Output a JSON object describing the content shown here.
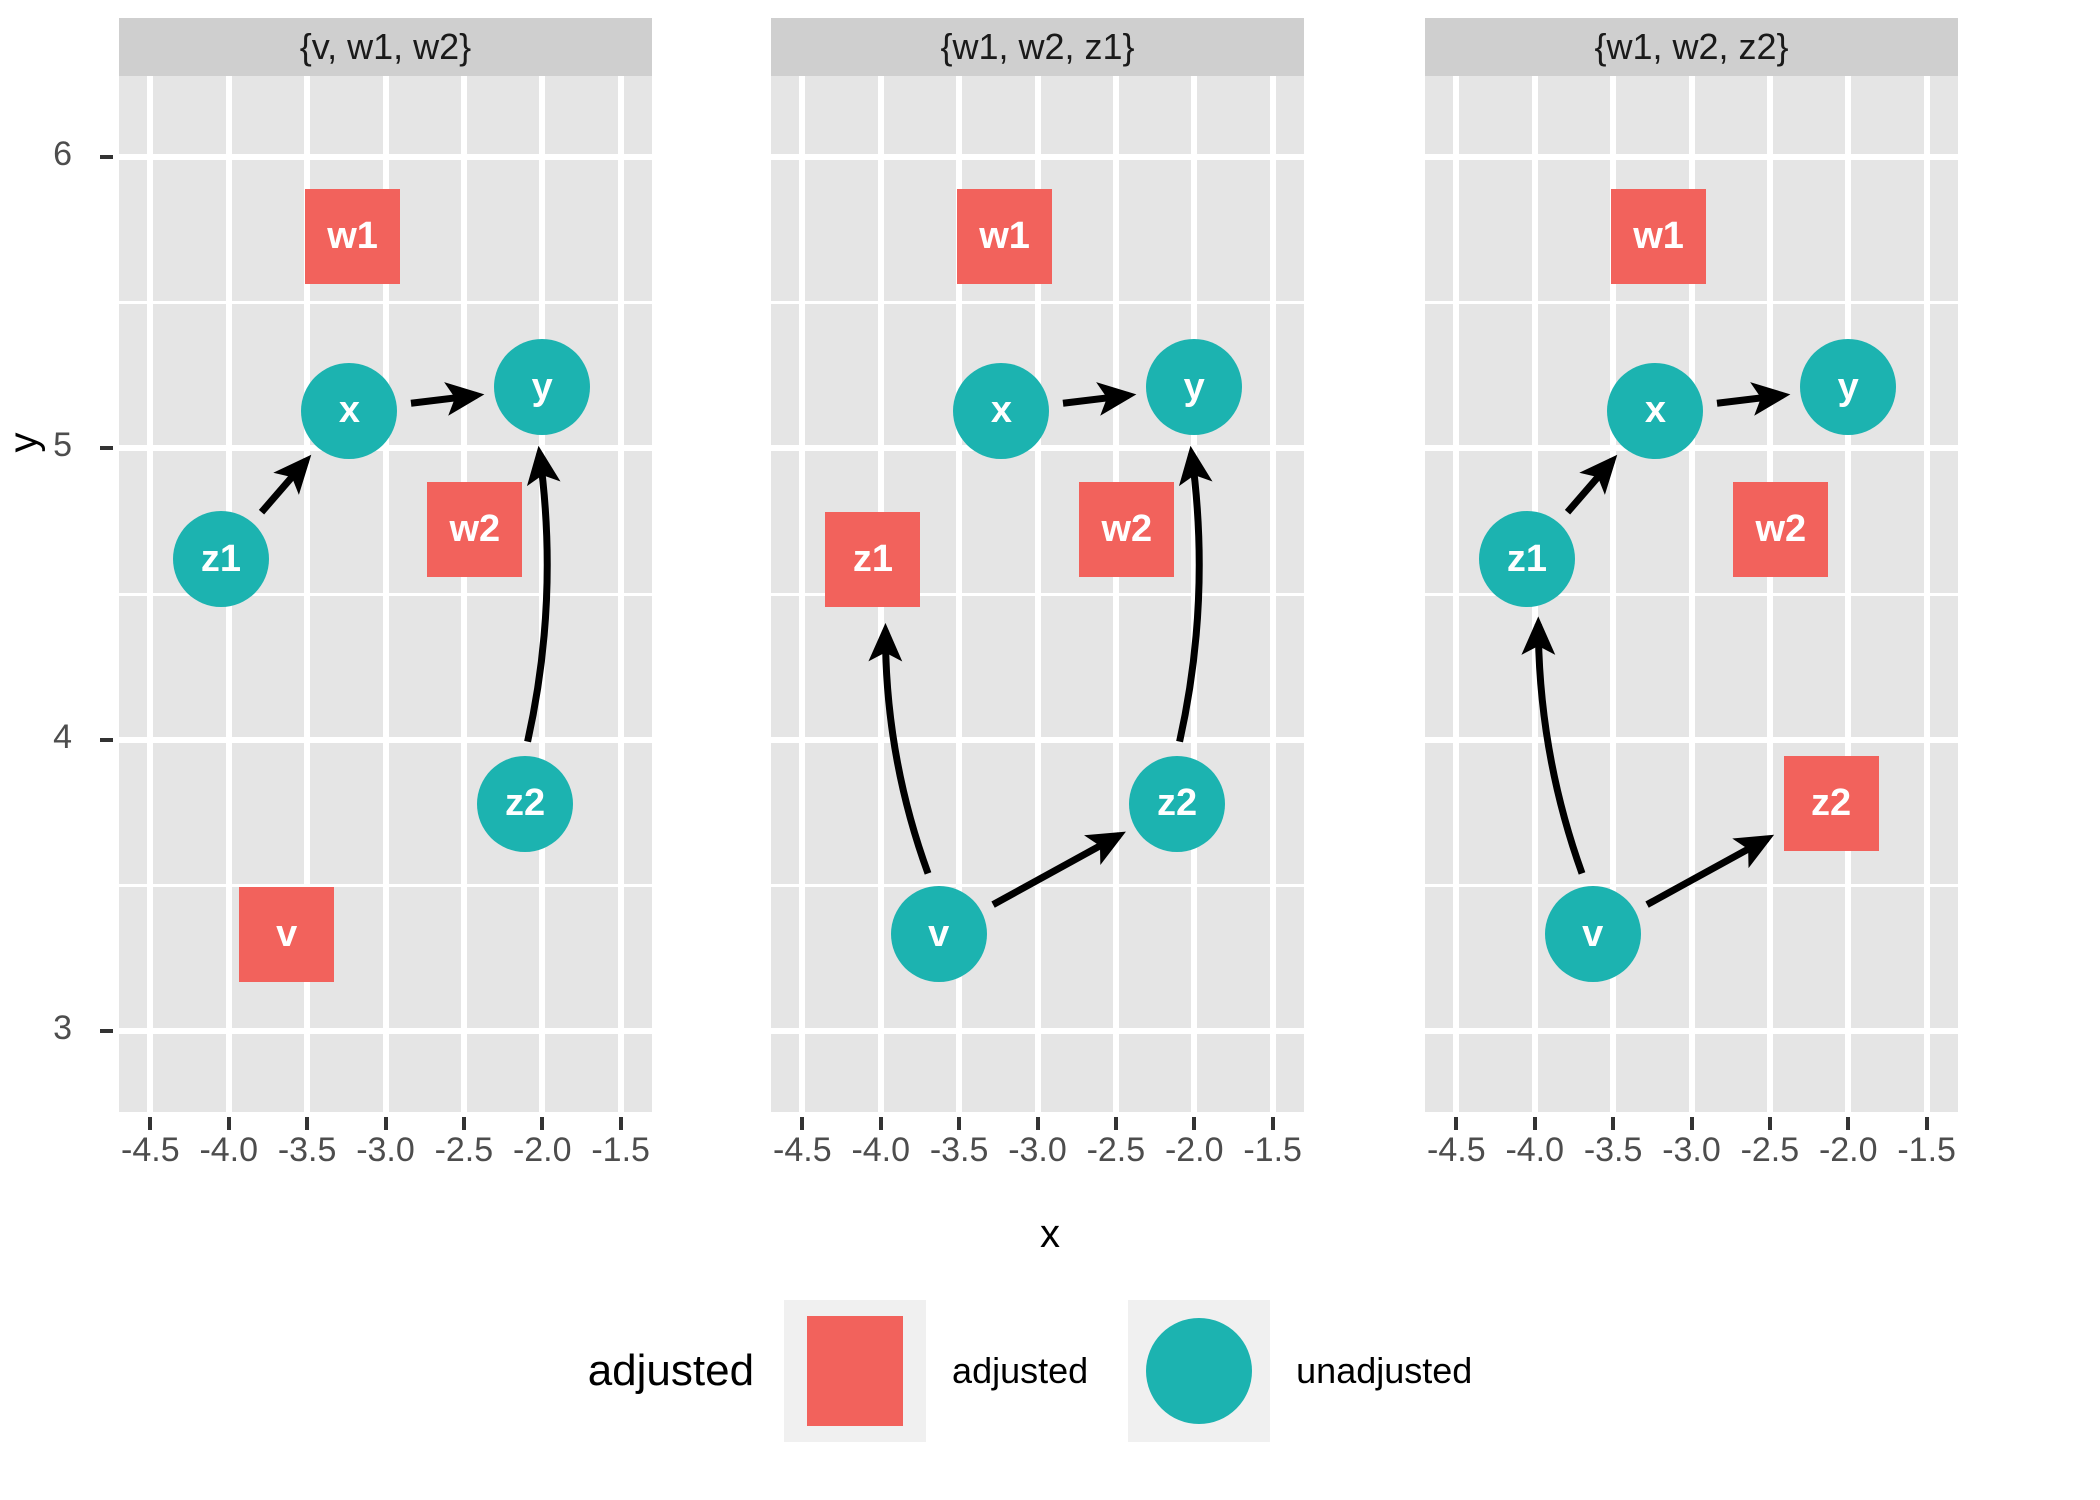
{
  "chart_data": {
    "type": "scatter",
    "title": "",
    "xlabel": "x",
    "ylabel": "y",
    "xlim": [
      -4.7,
      -1.3
    ],
    "ylim": [
      2.72,
      6.28
    ],
    "x_ticks": [
      "-4.5",
      "-4.0",
      "-3.5",
      "-3.0",
      "-2.5",
      "-2.0",
      "-1.5"
    ],
    "x_tick_values": [
      -4.5,
      -4.0,
      -3.5,
      -3.0,
      -2.5,
      -2.0,
      -1.5
    ],
    "y_ticks": [
      "6",
      "5",
      "4",
      "3"
    ],
    "y_tick_values": [
      6,
      5,
      4,
      3
    ],
    "grid": true,
    "legend_position": "bottom",
    "facets": [
      {
        "label": "{v, w1, w2}",
        "nodes": [
          {
            "name": "w1",
            "x": -3.21,
            "y": 5.73,
            "shape": "square",
            "status": "adjusted"
          },
          {
            "name": "x",
            "x": -3.23,
            "y": 5.13,
            "shape": "circle",
            "status": "unadjusted"
          },
          {
            "name": "y",
            "x": -2.0,
            "y": 5.21,
            "shape": "circle",
            "status": "unadjusted"
          },
          {
            "name": "z1",
            "x": -4.05,
            "y": 4.62,
            "shape": "circle",
            "status": "unadjusted"
          },
          {
            "name": "w2",
            "x": -2.43,
            "y": 4.72,
            "shape": "square",
            "status": "adjusted"
          },
          {
            "name": "z2",
            "x": -2.11,
            "y": 3.78,
            "shape": "circle",
            "status": "unadjusted"
          },
          {
            "name": "v",
            "x": -3.63,
            "y": 3.33,
            "shape": "square",
            "status": "adjusted"
          }
        ],
        "edges": [
          {
            "from": "z1",
            "to": "x"
          },
          {
            "from": "x",
            "to": "y"
          },
          {
            "from": "z2",
            "to": "y"
          }
        ]
      },
      {
        "label": "{w1, w2, z1}",
        "nodes": [
          {
            "name": "w1",
            "x": -3.21,
            "y": 5.73,
            "shape": "square",
            "status": "adjusted"
          },
          {
            "name": "x",
            "x": -3.23,
            "y": 5.13,
            "shape": "circle",
            "status": "unadjusted"
          },
          {
            "name": "y",
            "x": -2.0,
            "y": 5.21,
            "shape": "circle",
            "status": "unadjusted"
          },
          {
            "name": "z1",
            "x": -4.05,
            "y": 4.62,
            "shape": "square",
            "status": "adjusted"
          },
          {
            "name": "w2",
            "x": -2.43,
            "y": 4.72,
            "shape": "square",
            "status": "adjusted"
          },
          {
            "name": "z2",
            "x": -2.11,
            "y": 3.78,
            "shape": "circle",
            "status": "unadjusted"
          },
          {
            "name": "v",
            "x": -3.63,
            "y": 3.33,
            "shape": "circle",
            "status": "unadjusted"
          }
        ],
        "edges": [
          {
            "from": "x",
            "to": "y"
          },
          {
            "from": "z2",
            "to": "y"
          },
          {
            "from": "v",
            "to": "z1"
          },
          {
            "from": "v",
            "to": "z2"
          }
        ]
      },
      {
        "label": "{w1, w2, z2}",
        "nodes": [
          {
            "name": "w1",
            "x": -3.21,
            "y": 5.73,
            "shape": "square",
            "status": "adjusted"
          },
          {
            "name": "x",
            "x": -3.23,
            "y": 5.13,
            "shape": "circle",
            "status": "unadjusted"
          },
          {
            "name": "y",
            "x": -2.0,
            "y": 5.21,
            "shape": "circle",
            "status": "unadjusted"
          },
          {
            "name": "z1",
            "x": -4.05,
            "y": 4.62,
            "shape": "circle",
            "status": "unadjusted"
          },
          {
            "name": "w2",
            "x": -2.43,
            "y": 4.72,
            "shape": "square",
            "status": "adjusted"
          },
          {
            "name": "z2",
            "x": -2.11,
            "y": 3.78,
            "shape": "square",
            "status": "adjusted"
          },
          {
            "name": "v",
            "x": -3.63,
            "y": 3.33,
            "shape": "circle",
            "status": "unadjusted"
          }
        ],
        "edges": [
          {
            "from": "z1",
            "to": "x"
          },
          {
            "from": "x",
            "to": "y"
          },
          {
            "from": "v",
            "to": "z1"
          },
          {
            "from": "v",
            "to": "z2"
          }
        ]
      }
    ],
    "legend": {
      "title": "adjusted",
      "entries": [
        {
          "label": "adjusted",
          "shape": "square",
          "color": "#F2625C"
        },
        {
          "label": "unadjusted",
          "shape": "circle",
          "color": "#1CB3B0"
        }
      ]
    },
    "colors": {
      "adjusted": "#F2625C",
      "unadjusted": "#1CB3B0",
      "panel_background": "#e5e5e5",
      "strip_background": "#cfcfcf",
      "gridline": "#ffffff",
      "edge": "#000000",
      "node_label": "#ffffff",
      "axis_text": "#4d4d4d",
      "legend_key_background": "#f0f0f0"
    }
  }
}
